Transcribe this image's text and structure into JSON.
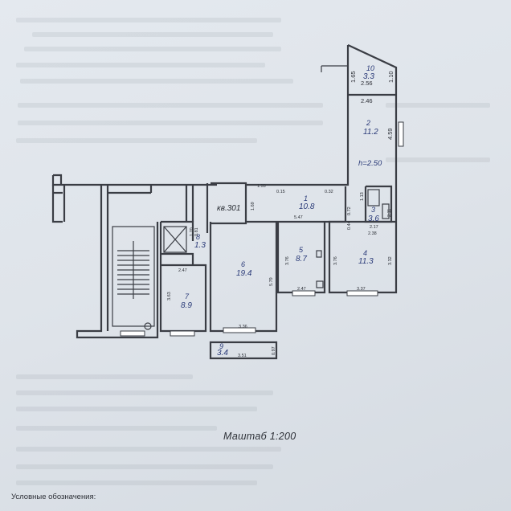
{
  "plan": {
    "apartment_label": "кв.301",
    "ceiling_height": "h=2.50",
    "rooms": [
      {
        "num": "1",
        "area": "10.8"
      },
      {
        "num": "2",
        "area": "11.2"
      },
      {
        "num": "3",
        "area": "3.6"
      },
      {
        "num": "4",
        "area": "11.3"
      },
      {
        "num": "5",
        "area": "8.7"
      },
      {
        "num": "6",
        "area": "19.4"
      },
      {
        "num": "7",
        "area": "8.9"
      },
      {
        "num": "8",
        "area": "1.3"
      },
      {
        "num": "9",
        "area": "3.4"
      },
      {
        "num": "10",
        "area": "3.3"
      }
    ],
    "dimensions": {
      "d1_65": "1.65",
      "d2_56": "2.56",
      "d1_10": "1.10",
      "d2_46": "2.46",
      "d4_59": "4.59",
      "d1_55": "1.55",
      "d0_15": "0.15",
      "d0_32": "0.32",
      "d1_69": "1.69",
      "d5_47": "5.47",
      "d0_72": "0.72",
      "d0_44": "0.44",
      "d1_13": "1.13",
      "d2_11": "2.11",
      "d2_17": "2.17",
      "d2_38": "2.38",
      "d1_70": "1.70",
      "d0_81": "0.81",
      "d2_47a": "2.47",
      "d3_76a": "3.76",
      "d3_76b": "3.76",
      "d3_32": "3.32",
      "d5_79": "5.79",
      "d3_63": "3.63",
      "d2_47b": "2.47",
      "d3_37": "3.37",
      "d3_36": "3.36",
      "d3_51": "3.51",
      "d0_97": "0.97"
    }
  },
  "footer": {
    "scale": "Маштаб 1:200",
    "legend": "Условные обозначения:"
  }
}
